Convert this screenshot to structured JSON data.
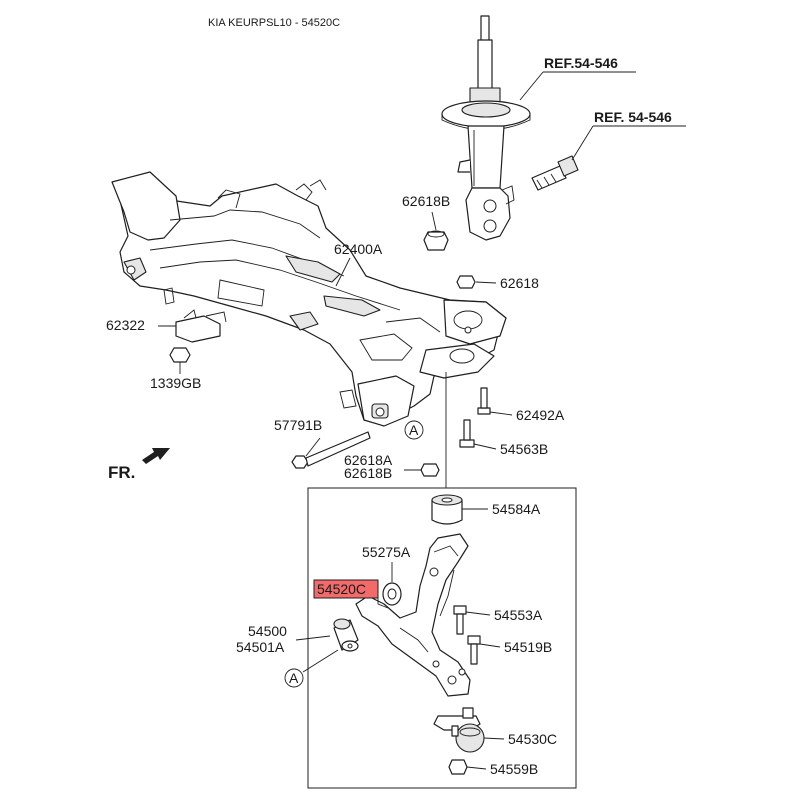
{
  "title": "KIA KEURPSL10 - 54520C",
  "colors": {
    "highlight": "#f26a6a",
    "line": "#1f1f1f"
  },
  "callouts": {
    "ref_upper": "REF.54-546",
    "ref_lower": "REF. 54-546",
    "p62618B": "62618B",
    "p62400A": "62400A",
    "p62618": "62618",
    "p62322": "62322",
    "p1339GB": "1339GB",
    "p62492A": "62492A",
    "p57791B": "57791B",
    "p54563B": "54563B",
    "p62618A": "62618A",
    "p62618B_2": "62618B",
    "circle_a_1": "A",
    "circle_a_2": "A",
    "fr": "FR.",
    "p54584A": "54584A",
    "p55275A": "55275A",
    "p54520C": "54520C",
    "p54553A": "54553A",
    "p54500": "54500",
    "p54501A": "54501A",
    "p54519B": "54519B",
    "p54530C": "54530C",
    "p54559B": "54559B"
  }
}
